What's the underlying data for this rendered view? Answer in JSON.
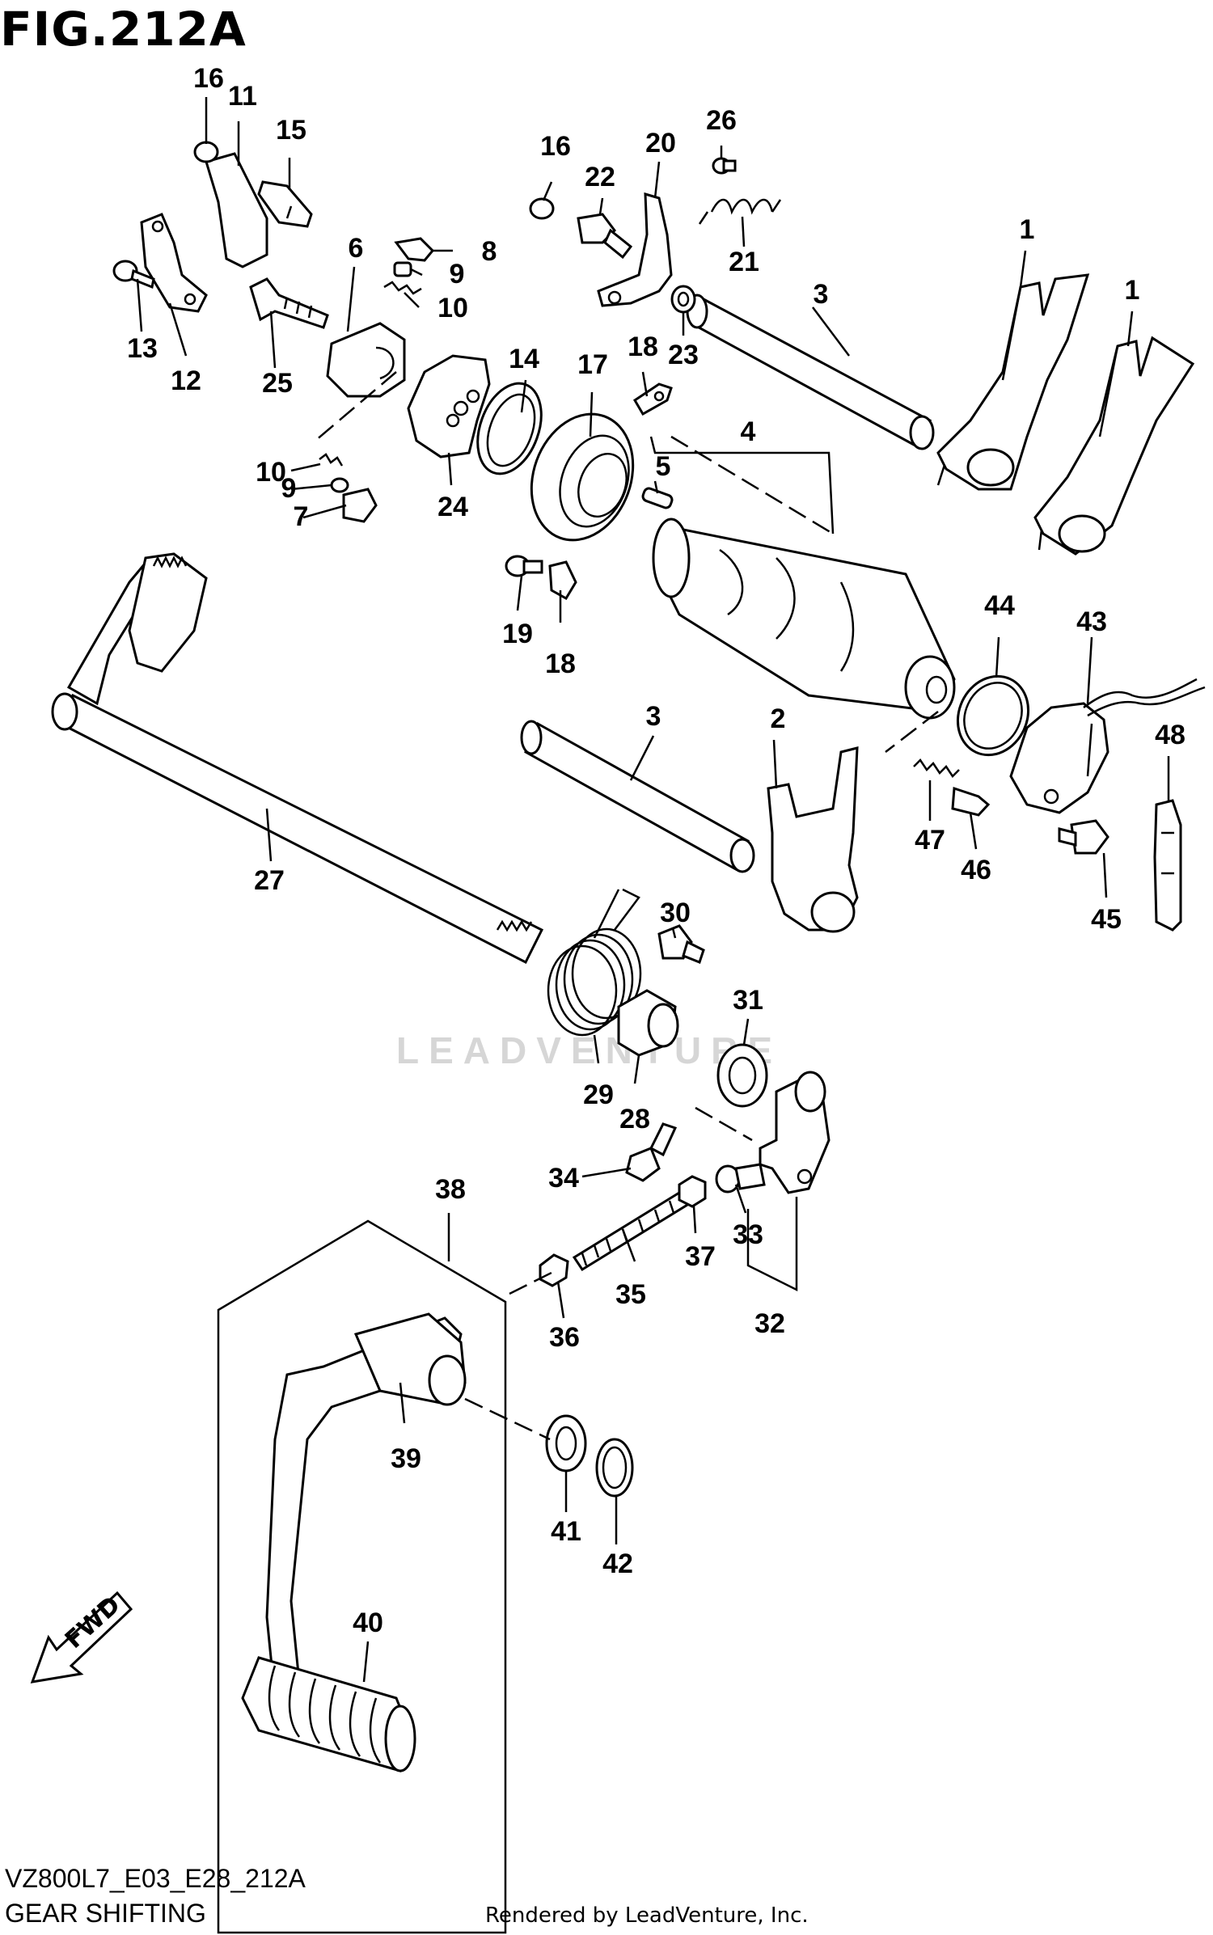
{
  "figure": {
    "title": "FIG.212A",
    "diagram_code": "VZ800L7_E03_E28_212A",
    "diagram_name": "GEAR SHIFTING",
    "rendered_by": "Rendered by LeadVenture, Inc.",
    "watermark": "LEADVENTURE",
    "direction_marker": "FWD"
  },
  "callouts": {
    "c1a": "1",
    "c1b": "1",
    "c2": "2",
    "c3a": "3",
    "c3b": "3",
    "c4": "4",
    "c5": "5",
    "c6": "6",
    "c7": "7",
    "c8": "8",
    "c9a": "9",
    "c9b": "9",
    "c10a": "10",
    "c10b": "10",
    "c11": "11",
    "c12": "12",
    "c13": "13",
    "c14": "14",
    "c15": "15",
    "c16a": "16",
    "c16b": "16",
    "c17": "17",
    "c18a": "18",
    "c18b": "18",
    "c19": "19",
    "c20": "20",
    "c21": "21",
    "c22": "22",
    "c23": "23",
    "c24": "24",
    "c25": "25",
    "c26": "26",
    "c27": "27",
    "c28": "28",
    "c29": "29",
    "c30": "30",
    "c31": "31",
    "c32": "32",
    "c33": "33",
    "c34": "34",
    "c35": "35",
    "c36": "36",
    "c37": "37",
    "c38": "38",
    "c39": "39",
    "c40": "40",
    "c41": "41",
    "c42": "42",
    "c43": "43",
    "c44": "44",
    "c45": "45",
    "c46": "46",
    "c47": "47",
    "c48": "48"
  }
}
